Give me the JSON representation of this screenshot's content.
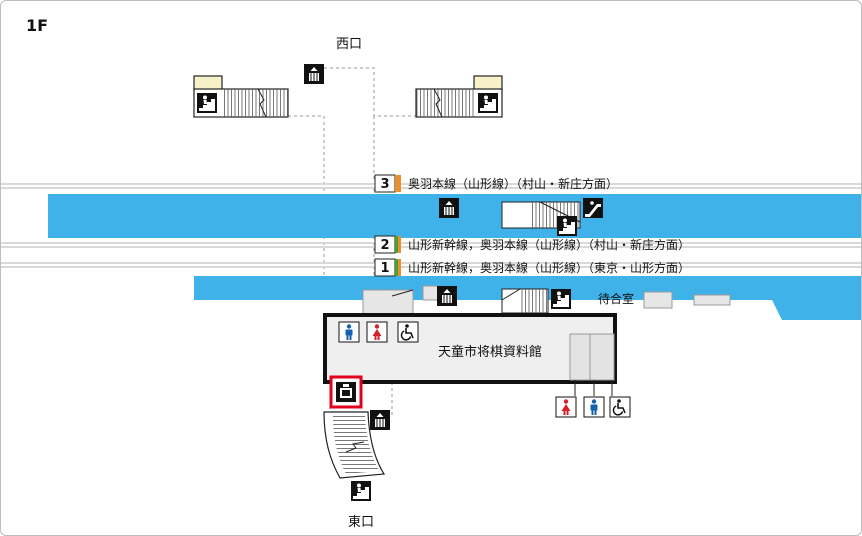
{
  "floor": "1F",
  "exits": {
    "west": "西口",
    "east": "東口"
  },
  "tracks": [
    {
      "number": "3",
      "label": "奥羽本線（山形線）（村山・新庄方面）",
      "color": "#e8912c"
    },
    {
      "number": "2",
      "label": "山形新幹線，奥羽本線（山形線）（村山・新庄方面）",
      "color": "#e8912c"
    },
    {
      "number": "1",
      "label": "山形新幹線，奥羽本線（山形線）（東京・山形方面）",
      "color": "#e8912c"
    }
  ],
  "facilities": {
    "museum": "天童市将棋資料館",
    "waiting_room": "待合室"
  },
  "icons": {
    "elevator": "elevator-icon",
    "stairs": "stairs-icon",
    "escalator": "escalator-icon",
    "toilet_male": "toilet-male-icon",
    "toilet_female": "toilet-female-icon",
    "toilet_accessible": "wheelchair-icon",
    "current_location": "you-are-here-icon"
  },
  "colors": {
    "platform": "#3fb2ea",
    "track_line": "#d9d9d9",
    "track_accent_green": "#4aa02c",
    "track_accent_orange": "#e8912c",
    "male": "#1560b0",
    "female": "#d2232a",
    "highlight": "#e2001a",
    "concourse": "#efefef"
  }
}
